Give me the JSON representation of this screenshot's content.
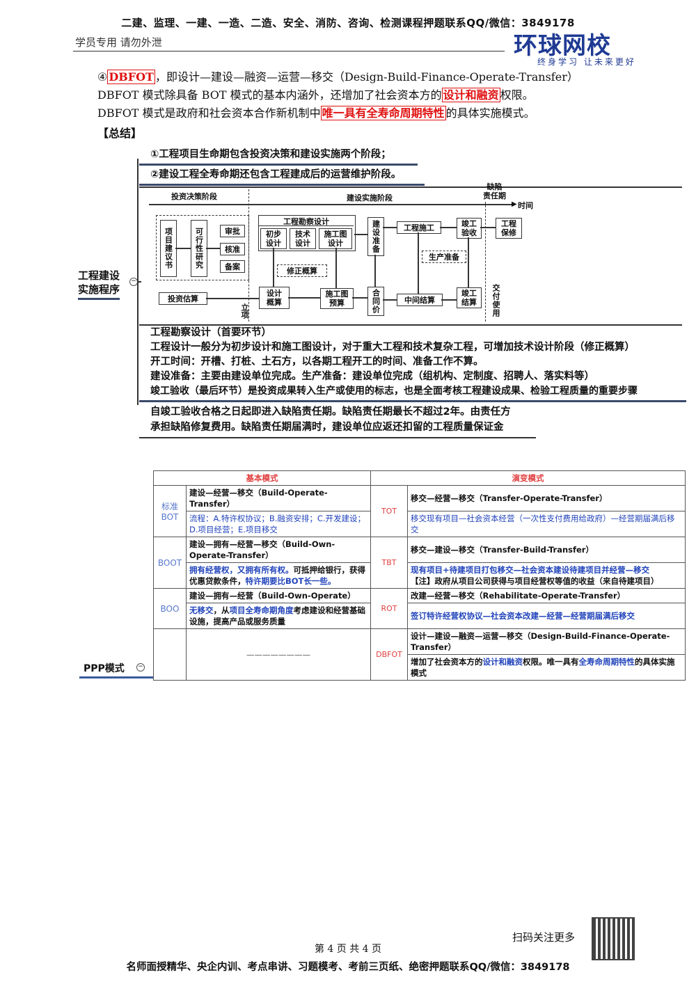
{
  "header": {
    "top_banner": "二建、监理、一建、一造、二造、安全、消防、咨询、检测课程押题联系QQ/微信：3849178",
    "left_note": "学员专用 请勿外泄",
    "logo": "环球网校",
    "slogan": "终身学习 让未来更好"
  },
  "intro": {
    "line1_prefix": "④",
    "line1_box": "DBFOT",
    "line1_rest": "，即设计—建设—融资—运营—移交（Design-Build-Finance-Operate-Transfer）",
    "line2_a": "DBFOT 模式除具备 BOT 模式的基本内涵外，还增加了社会资本方的",
    "line2_box": "设计和融资",
    "line2_b": "权限。",
    "line3_a": "DBFOT 模式是政府和社会资本合作新机制中",
    "line3_box": "唯一具有全寿命周期特性",
    "line3_b": "的具体实施模式。",
    "summary": "【总结】"
  },
  "mindmap": {
    "root": "工程建设\n实施程序",
    "branch1": "①工程项目生命期包含投资决策和建设实施两个阶段；",
    "branch2": "②建设工程全寿命期还包含工程建成后的运营维护阶段。",
    "stage_invest": "投资决策阶段",
    "stage_build": "建设实施阶段",
    "stage_defect": "缺陷\n责任期",
    "time_label": "时间",
    "lixiang": "立项",
    "boxes": {
      "proposal": "项目建议书",
      "feasibility": "可行性研究",
      "review": "审批",
      "approve": "核准",
      "record": "备案",
      "estimate": "投资估算",
      "survey_design": "工程勘察设计",
      "prelim": "初步\n设计",
      "tech": "技术\n设计",
      "construct_draw": "施工图\n设计",
      "revised": "修正概算",
      "design_budget": "设计\n概算",
      "draw_budget": "施工图\n预算",
      "prep": "建设准备",
      "contract": "合同价",
      "construction": "工程施工",
      "production_prep": "生产准备",
      "interim": "中间结算",
      "completion_accept": "竣工\n验收",
      "completion_settle": "竣工\n结算",
      "maintenance": "工程\n保修",
      "delivery": "交付使用"
    },
    "notes": [
      "工程勘察设计（首要环节）",
      "工程设计一般分为初步设计和施工图设计，对于重大工程和技术复杂工程，可增加技术设计阶段（修正概算）",
      "开工时间：开槽、打桩、土石方，以各期工程开工的时间、准备工作不算。",
      "建设准备：主要由建设单位完成。生产准备：建设单位完成（组机构、定制度、招聘人、落实料等）",
      "竣工验收（最后环节）是投资成果转入生产或使用的标志，也是全面考核工程建设成果、检验工程质量的重要步骤"
    ],
    "defect_note_1": "自竣工验收合格之日起即进入缺陷责任期。缺陷责任期最长不超过2年。由责任方",
    "defect_note_2": "承担缺陷修复费用。缺陷责任期届满时，建设单位应返还扣留的工程质量保证金"
  },
  "ppp": {
    "label": "PPP模式",
    "col_basic": "基本模式",
    "col_evolve": "演变模式",
    "rows": [
      {
        "mode": "标准\nBOT",
        "basic_title": "建设—经营—移交（Build-Operate-Transfer）",
        "basic_detail": "流程：A.特许权协议；B.融资安排；C.开发建设；D.项目经营；E.项目移交",
        "evo_mode": "TOT",
        "evo_title": "移交—经营—移交（Transfer-Operate-Transfer）",
        "evo_detail": "移交现有项目—社会资本经营（一次性支付费用给政府）—经营期届满后移交"
      },
      {
        "mode": "BOOT",
        "basic_title": "建设—拥有—经营—移交（Build-Own-Operate-Transfer）",
        "basic_detail_blue": "拥有经营权，又拥有所有权。",
        "basic_detail_black": "可抵押给银行，获得优惠贷款条件，",
        "basic_detail_blue2": "特许期要比BOT长一些。",
        "evo_mode": "TBT",
        "evo_title": "移交—建设—移交（Transfer-Build-Transfer）",
        "evo_detail": "现有项目+待建项目打包移交—社会资本建设待建项目并经营—移交",
        "evo_note": "【注】政府从项目公司获得与项目经营权等值的收益（来自待建项目）"
      },
      {
        "mode": "BOO",
        "basic_title": "建设—拥有—经营（Build-Own-Operate）",
        "basic_detail_blue": "无移交",
        "basic_detail_black": "，从",
        "basic_detail_blue2": "项目全寿命期角度",
        "basic_detail_black2": "考虑建设和经营基础设施，提高产品或服务质量",
        "evo_mode": "ROT",
        "evo_title": "改建—经营—移交（Rehabilitate-Operate-Transfer）",
        "evo_detail": "签订特许经营权协议—社会资本改建—经营—经营期届满后移交"
      },
      {
        "mode": "",
        "basic_title": "————————",
        "evo_mode": "DBFOT",
        "evo_title": "设计—建设—融资—运营—移交（Design-Build-Finance-Operate-Transfer）",
        "evo_detail_a": "增加了社会资本方的",
        "evo_detail_b": "设计和融资",
        "evo_detail_c": "权限。唯一具有",
        "evo_detail_d": "全寿命周期特性",
        "evo_detail_e": "的具体实施模式"
      }
    ]
  },
  "footer": {
    "scan": "扫码关注更多",
    "page": "第 4 页 共 4 页",
    "bottom": "名师面授精华、央企内训、考点串讲、习题模考、考前三页纸、绝密押题联系QQ/微信：3849178"
  },
  "colors": {
    "accent_red": "#e01010",
    "brand_blue": "#1f3a93",
    "note_blue": "#2244bb"
  }
}
